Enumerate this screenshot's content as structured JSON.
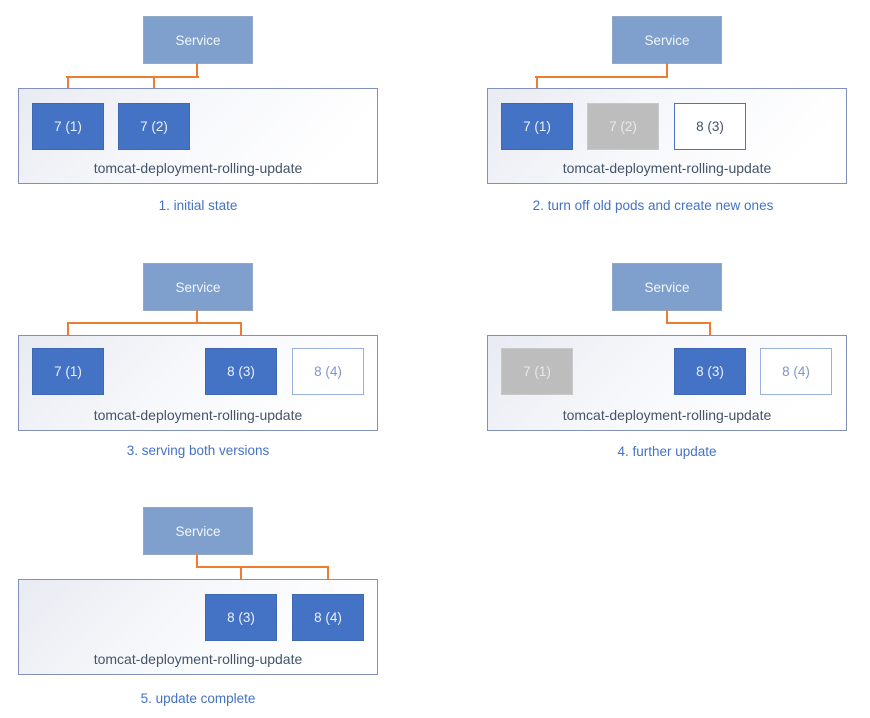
{
  "colors": {
    "pod_active_fill": "#4472C4",
    "pod_off_fill": "#BDBDBD",
    "pod_new_border": "#4C74C4",
    "pod_pending_border": "#9AB0DF",
    "pod_pending_text": "#8096C9",
    "service_fill": "#7FA0CC",
    "container_border": "#8191BC",
    "arrow": "#ED7D31",
    "caption_text": "#4472C4",
    "deployment_text": "#44546A"
  },
  "panels": [
    {
      "caption": "1. initial state",
      "service_label": "Service",
      "deployment_label": "tomcat-deployment-rolling-update",
      "pods": [
        {
          "label": "7 (1)",
          "state": "active"
        },
        {
          "label": "7 (2)",
          "state": "active"
        }
      ]
    },
    {
      "caption": "2. turn off old pods and create new ones",
      "service_label": "Service",
      "deployment_label": "tomcat-deployment-rolling-update",
      "pods": [
        {
          "label": "7 (1)",
          "state": "active"
        },
        {
          "label": "7 (2)",
          "state": "off"
        },
        {
          "label": "8 (3)",
          "state": "new"
        }
      ]
    },
    {
      "caption": "3. serving both versions",
      "service_label": "Service",
      "deployment_label": "tomcat-deployment-rolling-update",
      "pods": [
        {
          "label": "7 (1)",
          "state": "active"
        },
        {
          "label": "8 (3)",
          "state": "active"
        },
        {
          "label": "8 (4)",
          "state": "pending"
        }
      ]
    },
    {
      "caption": "4. further update",
      "service_label": "Service",
      "deployment_label": "tomcat-deployment-rolling-update",
      "pods": [
        {
          "label": "7 (1)",
          "state": "off"
        },
        {
          "label": "8 (3)",
          "state": "active"
        },
        {
          "label": "8 (4)",
          "state": "pending"
        }
      ]
    },
    {
      "caption": "5. update complete",
      "service_label": "Service",
      "deployment_label": "tomcat-deployment-rolling-update",
      "pods": [
        {
          "label": "8 (3)",
          "state": "active"
        },
        {
          "label": "8 (4)",
          "state": "active"
        }
      ]
    }
  ]
}
